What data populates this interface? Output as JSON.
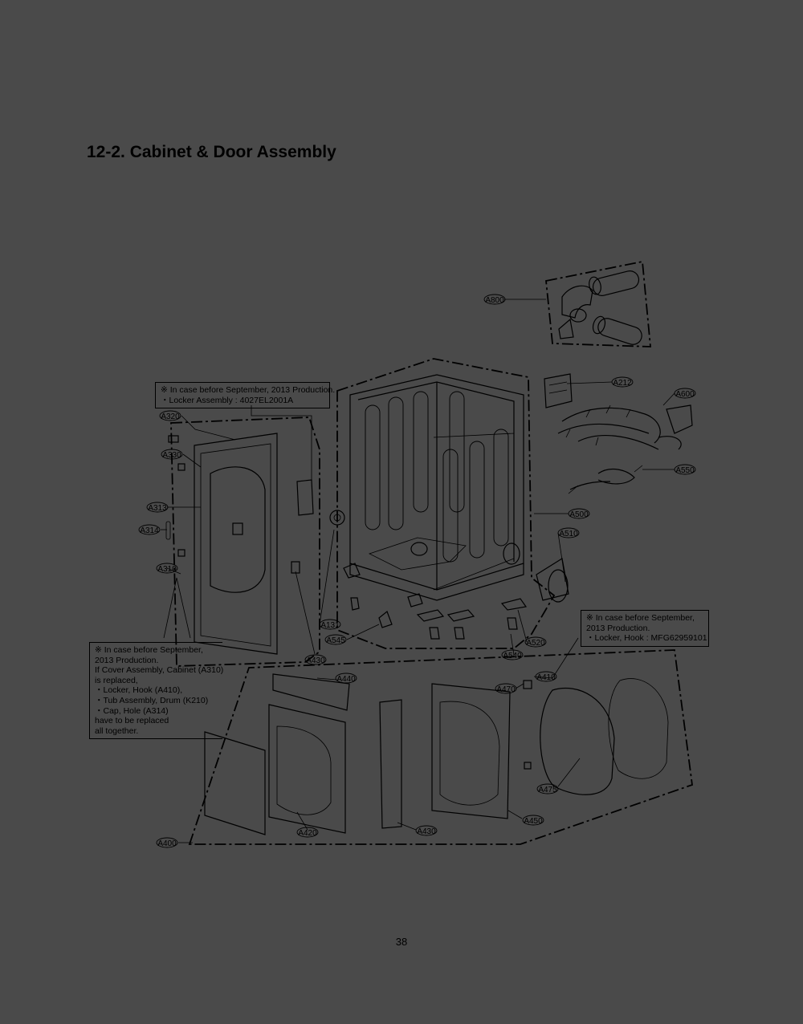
{
  "page": {
    "title": "12-2. Cabinet & Door Assembly",
    "page_number": "38"
  },
  "notes": {
    "locker_assembly": {
      "lines": [
        "※ In case before September, 2013 Production.",
        "・Locker Assembly : 4027EL2001A"
      ]
    },
    "locker_hook": {
      "lines": [
        "※ In case before September,",
        "2013 Production.",
        "・Locker, Hook : MFG62959101"
      ]
    },
    "cover_assembly": {
      "lines": [
        "※ In case before September,",
        "2013 Production.",
        "If Cover Assembly, Cabinet (A310)",
        "is replaced,",
        "・Locker, Hook (A410),",
        "・Tub Assembly, Drum (K210)",
        "・Cap, Hole (A314)",
        "have to be replaced",
        "all together."
      ]
    }
  },
  "labels": {
    "a800": "A800",
    "a212": "A212",
    "a600": "A600",
    "a550": "A550",
    "a500": "A500",
    "a510": "A510",
    "a320": "A320",
    "a330": "A330",
    "a313": "A313",
    "a314": "A314",
    "a310": "A310",
    "a131": "A131",
    "a545": "A545",
    "a430_top": "A430",
    "a520": "A520",
    "a540": "A540",
    "a440": "A440",
    "a470": "A470",
    "a410": "A410",
    "a475": "A475",
    "a450": "A450",
    "a430_bottom": "A430",
    "a420": "A420",
    "a400": "A400"
  }
}
